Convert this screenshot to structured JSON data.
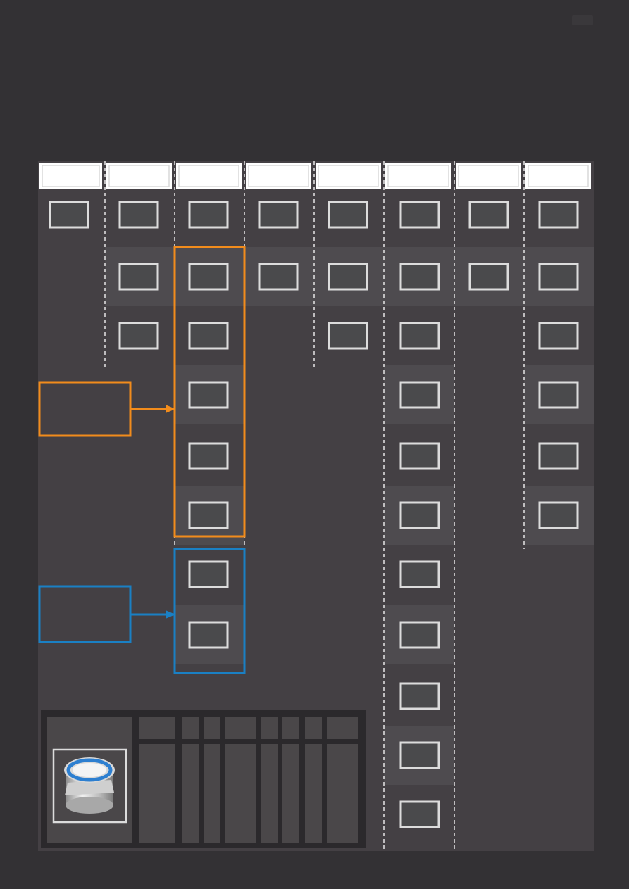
{
  "colors": {
    "page_bg": "#333134",
    "panel_bg": "#444044",
    "band_bg": "#4e4b4f",
    "header_box": "#ffffff",
    "cell_fill": "#4a4a4c",
    "cell_stroke": "#dcdcdc",
    "divider": "#e6e6e6",
    "orange": "#f28c1c",
    "blue": "#1a80c4",
    "legend_bg": "#2b292c",
    "legend_cell": "#4a4749"
  },
  "icons": {
    "product": "bottle-cap-icon"
  },
  "columns": [
    {
      "id": "col-1",
      "header": "",
      "cells": 1
    },
    {
      "id": "col-2",
      "header": "",
      "cells": 3
    },
    {
      "id": "col-3",
      "header": "",
      "cells": 8
    },
    {
      "id": "col-4",
      "header": "",
      "cells": 2
    },
    {
      "id": "col-5",
      "header": "",
      "cells": 3
    },
    {
      "id": "col-6",
      "header": "",
      "cells": 11
    },
    {
      "id": "col-7",
      "header": "",
      "cells": 2
    },
    {
      "id": "col-8",
      "header": "",
      "cells": 6
    }
  ],
  "callouts": [
    {
      "id": "orange-callout",
      "color": "orange",
      "label": "",
      "target_column": 3,
      "from_cell": 2,
      "to_cell": 6
    },
    {
      "id": "blue-callout",
      "color": "blue",
      "label": "",
      "target_column": 3,
      "from_cell": 7,
      "to_cell": 8
    }
  ],
  "legend": {
    "image": "bottle-cap-icon",
    "headers": [
      "",
      "",
      "",
      "",
      "",
      "",
      "",
      ""
    ],
    "values": [
      "",
      "",
      "",
      "",
      "",
      "",
      "",
      ""
    ]
  }
}
